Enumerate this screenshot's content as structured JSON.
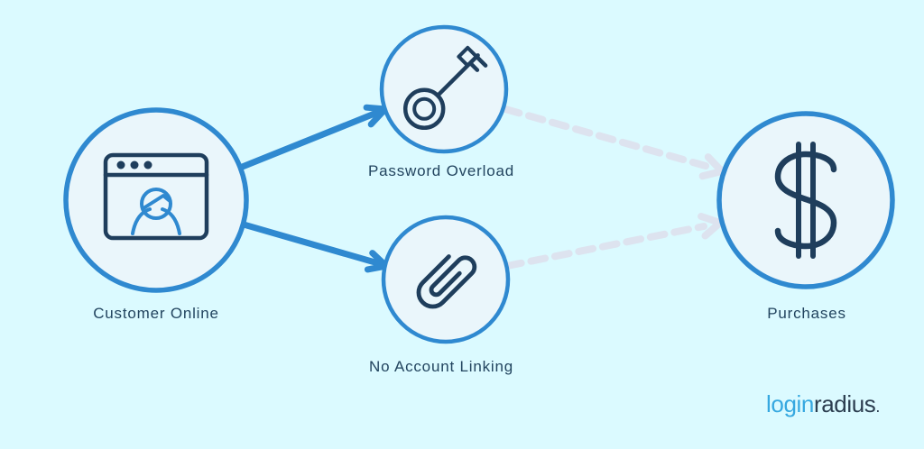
{
  "diagram": {
    "nodes": {
      "customer": {
        "label": "Customer Online",
        "icon": "browser-user-icon"
      },
      "password": {
        "label": "Password Overload",
        "icon": "key-icon"
      },
      "linking": {
        "label": "No Account Linking",
        "icon": "paperclip-icon"
      },
      "purchases": {
        "label": "Purchases",
        "icon": "dollar-icon"
      }
    },
    "edges": [
      {
        "from": "customer",
        "to": "password",
        "style": "solid"
      },
      {
        "from": "customer",
        "to": "linking",
        "style": "solid"
      },
      {
        "from": "password",
        "to": "purchases",
        "style": "dashed"
      },
      {
        "from": "linking",
        "to": "purchases",
        "style": "dashed"
      }
    ]
  },
  "logo": {
    "part1": "login",
    "part2": "radius",
    "dot": "."
  },
  "theme": {
    "background": "#dbfaff",
    "circle_fill": "#eaf6fb",
    "accent_blue": "#2f89d0",
    "icon_navy": "#1f3e5c",
    "label_navy": "#22445f",
    "dashed_arrow": "#dde3ef",
    "logo_blue": "#36a8e0",
    "logo_dark": "#2c3e50"
  }
}
